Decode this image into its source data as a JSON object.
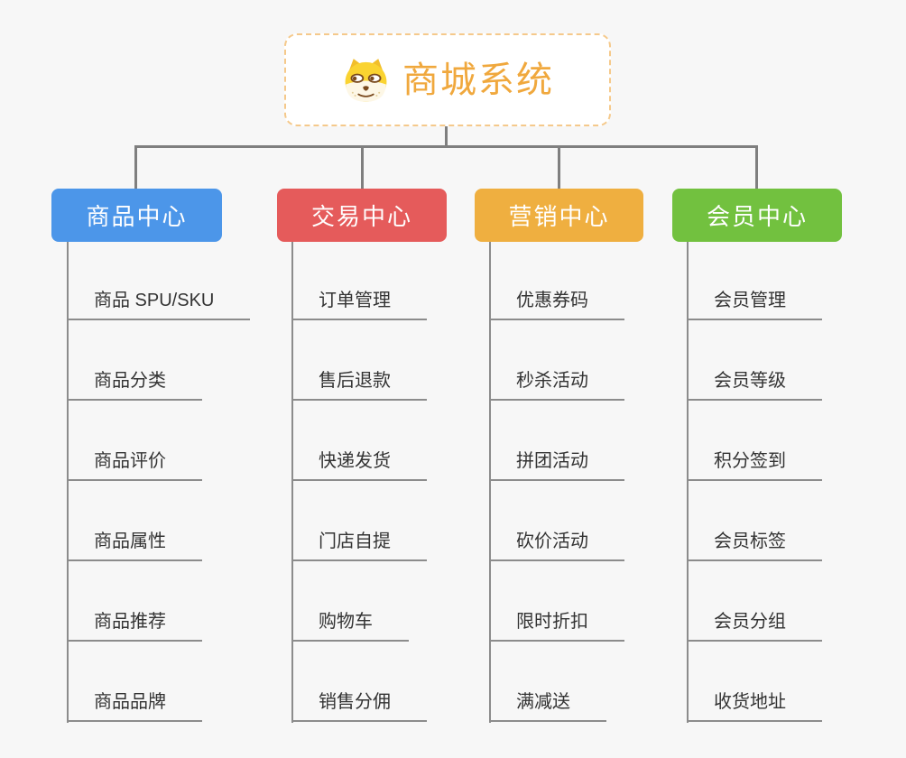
{
  "root": {
    "label": "商城系统",
    "icon": "dog-icon",
    "text_color": "#f0a83d",
    "border_color": "#f5c98b"
  },
  "branches": [
    {
      "label": "商品中心",
      "color": "#4c96e9",
      "items": [
        "商品 SPU/SKU",
        "商品分类",
        "商品评价",
        "商品属性",
        "商品推荐",
        "商品品牌"
      ]
    },
    {
      "label": "交易中心",
      "color": "#e55b5b",
      "items": [
        "订单管理",
        "售后退款",
        "快递发货",
        "门店自提",
        "购物车",
        "销售分佣"
      ]
    },
    {
      "label": "营销中心",
      "color": "#efaf40",
      "items": [
        "优惠券码",
        "秒杀活动",
        "拼团活动",
        "砍价活动",
        "限时折扣",
        "满减送"
      ]
    },
    {
      "label": "会员中心",
      "color": "#72c13f",
      "items": [
        "会员管理",
        "会员等级",
        "积分签到",
        "会员标签",
        "会员分组",
        "收货地址"
      ]
    }
  ],
  "colors": {
    "background": "#f7f7f7",
    "connector_gray": "#7f7f7f",
    "underline_gray": "#8c8c8c",
    "leaf_text": "#333333"
  }
}
